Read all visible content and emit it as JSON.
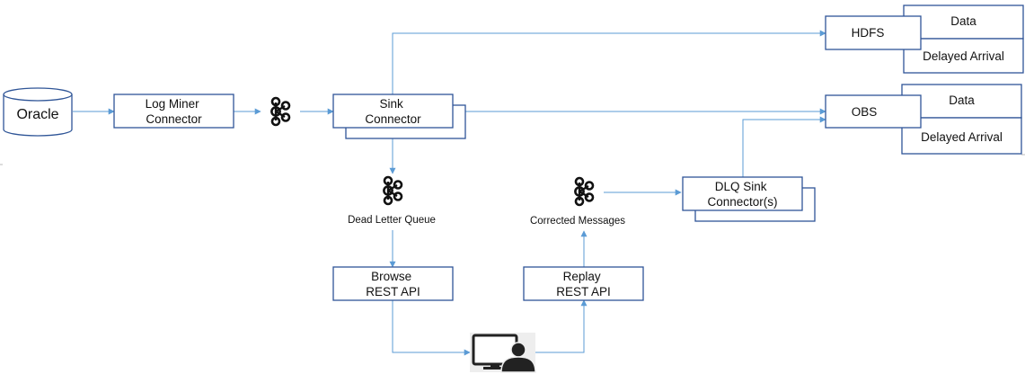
{
  "nodes": {
    "oracle": "Oracle",
    "log_miner": [
      "Log Miner",
      "Connector"
    ],
    "sink_connector": [
      "Sink",
      "Connector"
    ],
    "hdfs": "HDFS",
    "hdfs_data": "Data",
    "hdfs_delayed": "Delayed Arrival",
    "obs": "OBS",
    "obs_data": "Data",
    "obs_delayed": "Delayed Arrival",
    "dlq_sink": [
      "DLQ Sink",
      "Connector(s)"
    ],
    "dead_letter_queue": "Dead Letter Queue",
    "corrected_messages": "Corrected Messages",
    "browse_api": [
      "Browse",
      "REST API"
    ],
    "replay_api": [
      "Replay",
      "REST API"
    ]
  },
  "icons": {
    "database": "database-cylinder-icon",
    "kafka": "kafka-logo-icon",
    "user": "user-at-computer-icon"
  },
  "colors": {
    "box_stroke": "#2f5597",
    "arrow": "#5b9bd5",
    "text": "#111111"
  }
}
